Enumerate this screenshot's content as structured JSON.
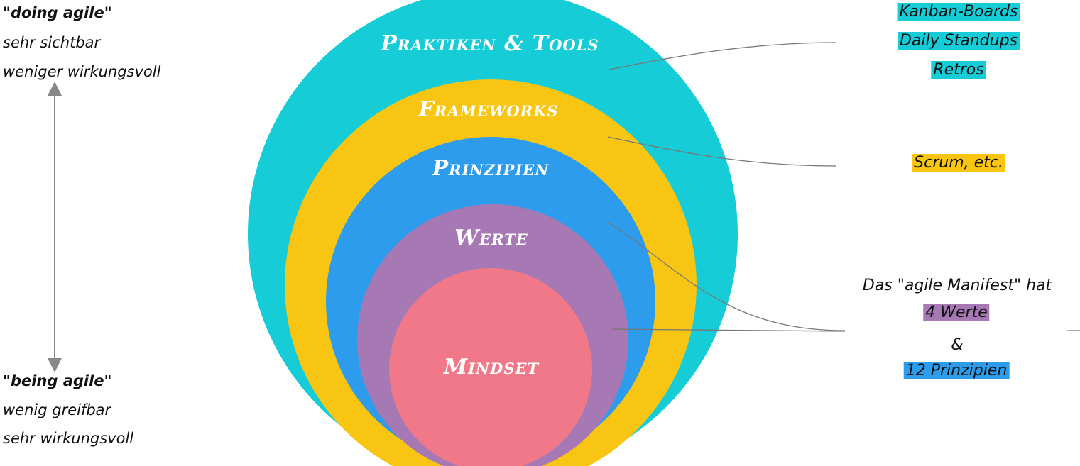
{
  "left": {
    "top_title": "\"doing agile\"",
    "top_lines": [
      "sehr sichtbar",
      "weniger wirkungsvoll"
    ],
    "bottom_title": "\"being agile\"",
    "bottom_lines": [
      "wenig greifbar",
      "sehr wirkungsvoll"
    ]
  },
  "rings": [
    {
      "label": "Praktiken & Tools",
      "color": "#16ccd6"
    },
    {
      "label": "Frameworks",
      "color": "#f8c513"
    },
    {
      "label": "Prinzipien",
      "color": "#2d9cec"
    },
    {
      "label": "Werte",
      "color": "#a678b4"
    },
    {
      "label": "Mindset",
      "color": "#f07889"
    }
  ],
  "right": {
    "practices": [
      "Kanban-Boards",
      "Daily Standups",
      "Retros"
    ],
    "frameworks": "Scrum, etc.",
    "manifest_intro": "Das \"agile Manifest\" hat",
    "values": "4 Werte",
    "and": "&",
    "principles": "12 Prinzipien"
  }
}
